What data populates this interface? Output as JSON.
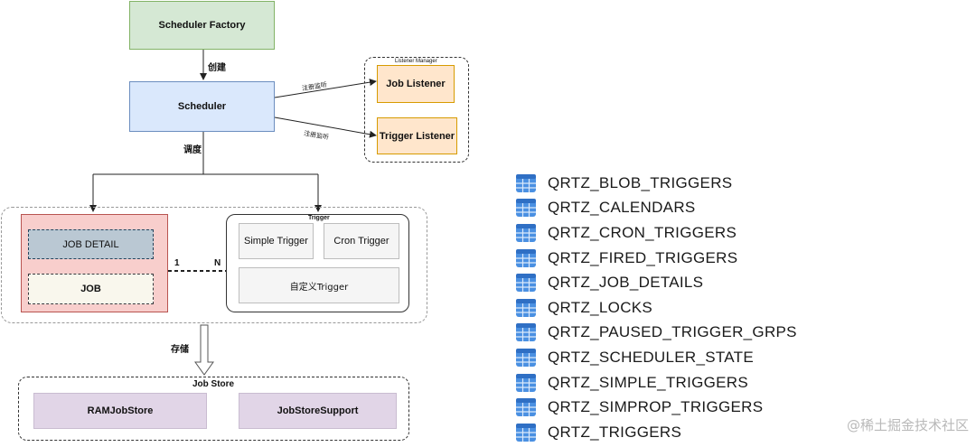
{
  "diagram": {
    "scheduler_factory": "Scheduler Factory",
    "create_label": "创建",
    "scheduler": "Scheduler",
    "register_label_1": "注册监听",
    "register_label_2": "注册监听",
    "listener_manager": "Listener Manager",
    "job_listener": "Job Listener",
    "trigger_listener": "Trigger Listener",
    "dispatch_label": "调度",
    "job_detail": "JOB DETAIL",
    "job": "JOB",
    "ratio_one": "1",
    "ratio_n": "N",
    "trigger_group": "Trigger",
    "simple_trigger": "Simple Trigger",
    "cron_trigger": "Cron Trigger",
    "custom_trigger": "自定义Trigger",
    "store_label": "存储",
    "job_store": "Job Store",
    "ram_job_store": "RAMJobStore",
    "job_store_support": "JobStoreSupport"
  },
  "tables": [
    "QRTZ_BLOB_TRIGGERS",
    "QRTZ_CALENDARS",
    "QRTZ_CRON_TRIGGERS",
    "QRTZ_FIRED_TRIGGERS",
    "QRTZ_JOB_DETAILS",
    "QRTZ_LOCKS",
    "QRTZ_PAUSED_TRIGGER_GRPS",
    "QRTZ_SCHEDULER_STATE",
    "QRTZ_SIMPLE_TRIGGERS",
    "QRTZ_SIMPROP_TRIGGERS",
    "QRTZ_TRIGGERS"
  ],
  "watermark": "@稀土掘金技术社区",
  "icon": "database-table-icon"
}
